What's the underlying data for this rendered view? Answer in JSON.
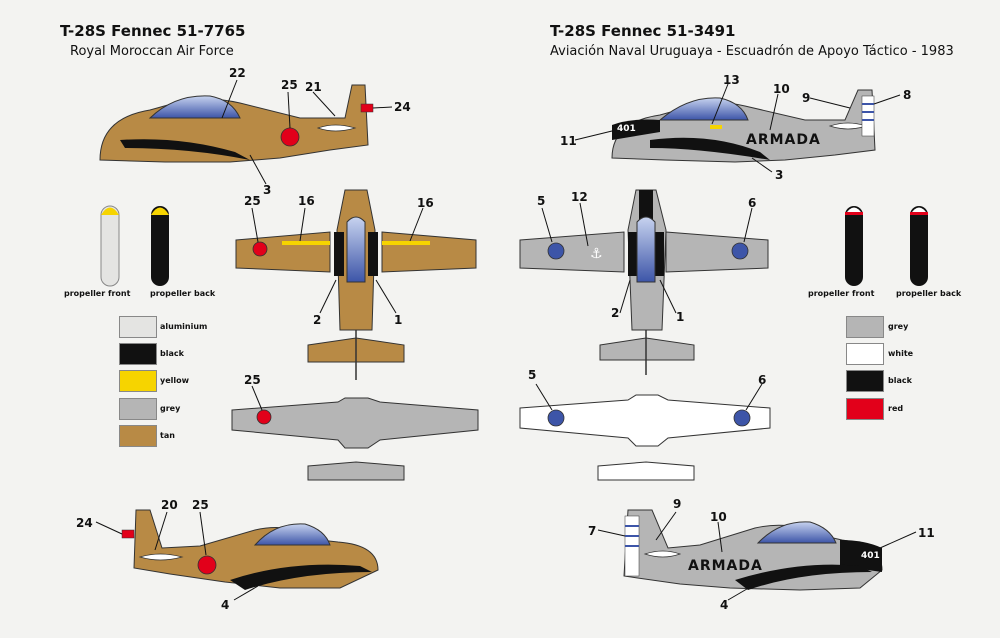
{
  "left": {
    "title": "T-28S Fennec 51-7765",
    "subtitle": "Royal Moroccan Air Force",
    "prop_front": "propeller front",
    "prop_back": "propeller back",
    "legend": [
      {
        "label": "aluminium",
        "color": "#e4e4e2"
      },
      {
        "label": "black",
        "color": "#111111"
      },
      {
        "label": "yellow",
        "color": "#f6d400"
      },
      {
        "label": "grey",
        "color": "#b5b5b5"
      },
      {
        "label": "tan",
        "color": "#b88a45"
      }
    ],
    "callouts": [
      "22",
      "25",
      "21",
      "24",
      "3",
      "25",
      "16",
      "16",
      "2",
      "1",
      "25",
      "24",
      "20",
      "25",
      "4"
    ]
  },
  "right": {
    "title": "T-28S Fennec 51-3491",
    "subtitle": "Aviación Naval Uruguaya - Escuadrón de Apoyo Táctico - 1983",
    "prop_front": "propeller front",
    "prop_back": "propeller back",
    "legend": [
      {
        "label": "grey",
        "color": "#b5b5b5"
      },
      {
        "label": "white",
        "color": "#ffffff"
      },
      {
        "label": "black",
        "color": "#111111"
      },
      {
        "label": "red",
        "color": "#e2001a"
      }
    ],
    "fuselage_text": "ARMADA",
    "tail_number": "401",
    "callouts": [
      "13",
      "10",
      "9",
      "8",
      "11",
      "3",
      "5",
      "12",
      "6",
      "2",
      "1",
      "5",
      "6",
      "9",
      "7",
      "10",
      "11",
      "4"
    ]
  },
  "colors": {
    "tan": "#b88a45",
    "grey": "#b5b5b5",
    "white": "#ffffff",
    "black": "#111111",
    "red": "#e2001a",
    "yellow": "#f6d400",
    "canopy": "#5a6fb8"
  }
}
